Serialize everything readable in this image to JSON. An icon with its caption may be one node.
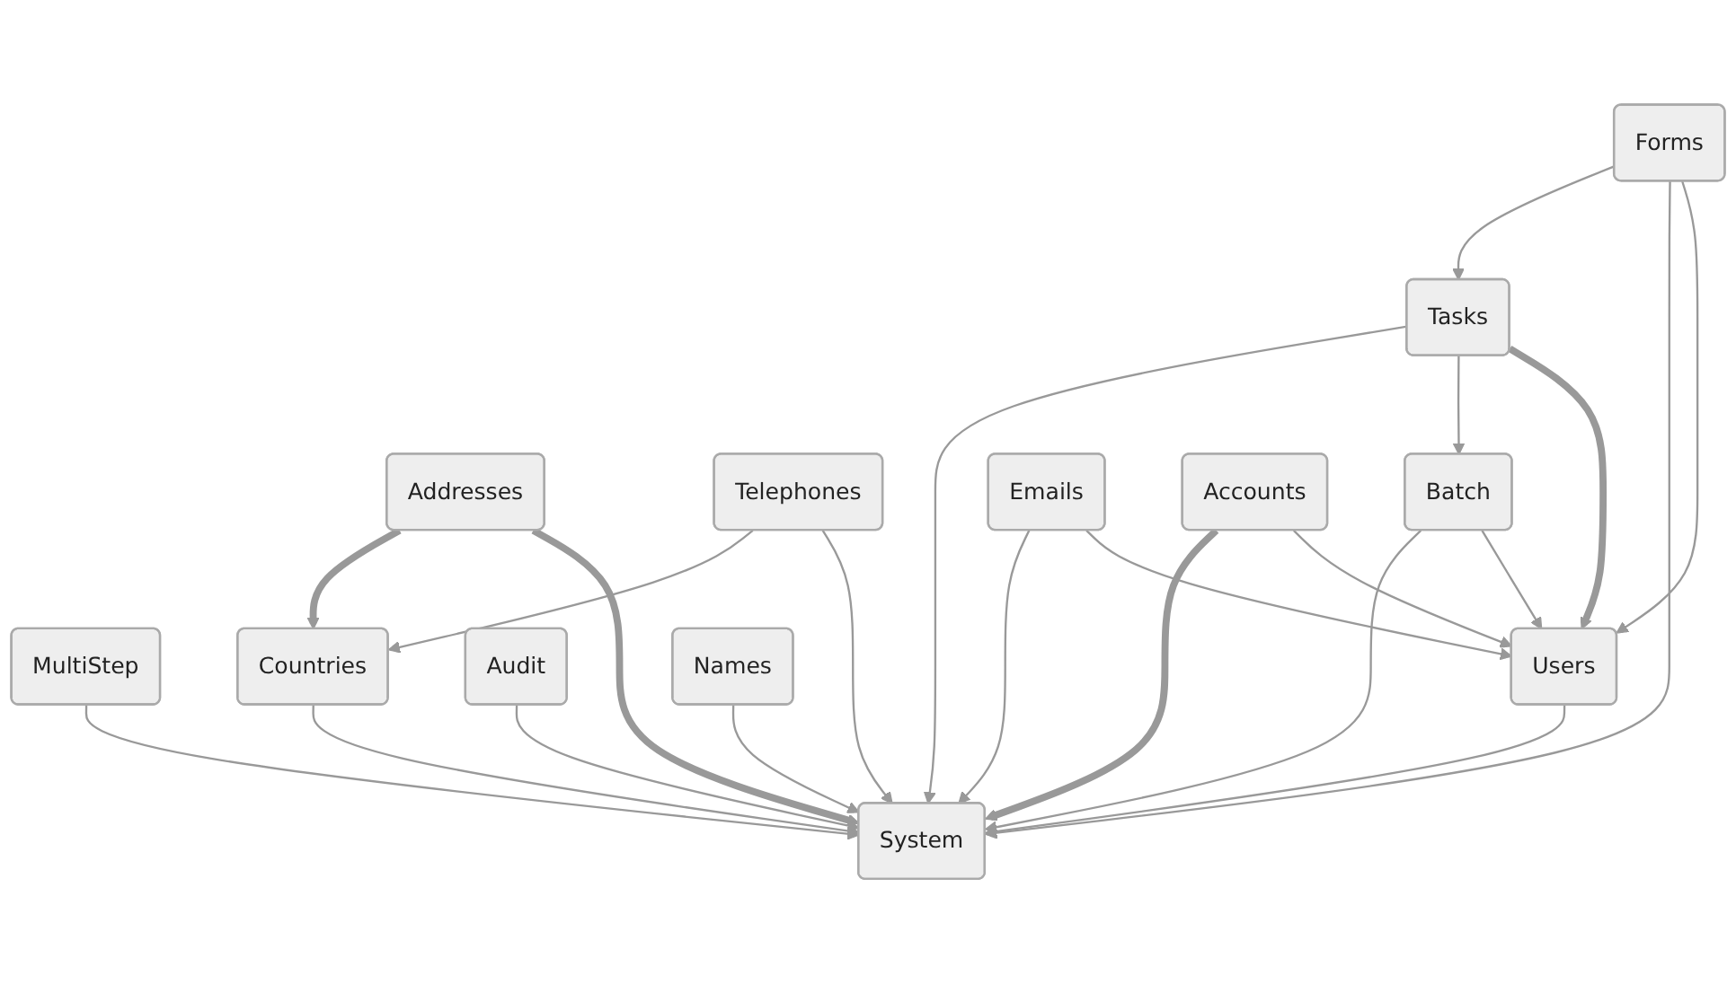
{
  "diagram": {
    "nodes": [
      {
        "text": [
          "Forms"
        ]
      },
      {
        "text": [
          "Tasks"
        ]
      },
      {
        "text": [
          "Addresses"
        ]
      },
      {
        "text": [
          "Telephones"
        ]
      },
      {
        "text": [
          "Batch"
        ]
      },
      {
        "text": [
          "Emails"
        ]
      },
      {
        "text": [
          "Accounts"
        ]
      },
      {
        "text": [
          "MultiStep"
        ]
      },
      {
        "text": [
          "Countries"
        ]
      },
      {
        "text": [
          "Audit"
        ]
      },
      {
        "text": [
          "Users"
        ]
      },
      {
        "text": [
          "Names"
        ]
      },
      {
        "text": [
          "System"
        ]
      }
    ],
    "edges": [
      {
        "from": 0,
        "to": 1,
        "arrow": "to"
      },
      {
        "from": 0,
        "to": 12,
        "arrow": "to"
      },
      {
        "from": 0,
        "to": 10,
        "arrow": "to"
      },
      {
        "from": 1,
        "to": 12,
        "arrow": "to"
      },
      {
        "from": 1,
        "to": 4,
        "arrow": "to"
      },
      {
        "from": 1,
        "to": 10,
        "arrow": "to",
        "style": "thick"
      },
      {
        "from": 2,
        "to": 8,
        "arrow": "to",
        "style": "thick"
      },
      {
        "from": 2,
        "to": 12,
        "arrow": "to",
        "style": "thick"
      },
      {
        "from": 3,
        "to": 8,
        "arrow": "to"
      },
      {
        "from": 3,
        "to": 12,
        "arrow": "to"
      },
      {
        "from": 4,
        "to": 12,
        "arrow": "to"
      },
      {
        "from": 4,
        "to": 10,
        "arrow": "to"
      },
      {
        "from": 5,
        "to": 12,
        "arrow": "to"
      },
      {
        "from": 5,
        "to": 10,
        "arrow": "to"
      },
      {
        "from": 6,
        "to": 12,
        "arrow": "to",
        "style": "thick"
      },
      {
        "from": 6,
        "to": 10,
        "arrow": "to"
      },
      {
        "from": 7,
        "to": 12,
        "arrow": "to"
      },
      {
        "from": 8,
        "to": 12,
        "arrow": "to"
      },
      {
        "from": 9,
        "to": 12,
        "arrow": "to"
      },
      {
        "from": 10,
        "to": 12,
        "arrow": "to"
      },
      {
        "from": 11,
        "to": 12,
        "arrow": "to"
      }
    ]
  }
}
